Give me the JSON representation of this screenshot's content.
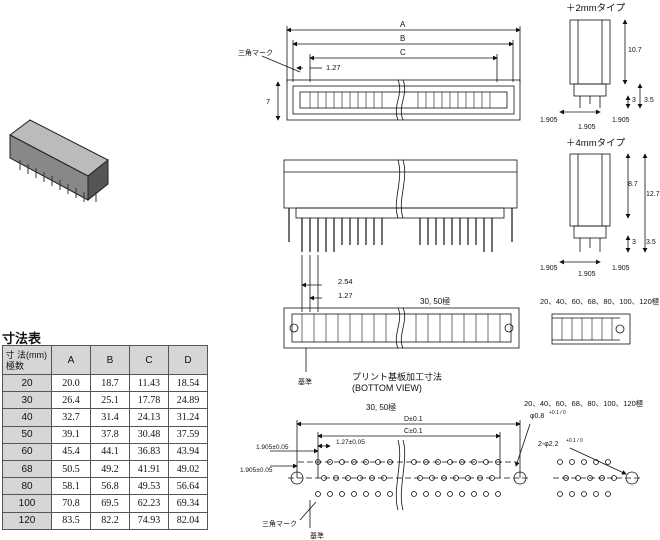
{
  "table": {
    "title": "寸法表",
    "corner_top": "寸 法(mm)",
    "corner_bottom": "極数",
    "headers": [
      "A",
      "B",
      "C",
      "D"
    ],
    "rows": [
      {
        "poles": "20",
        "A": "20.0",
        "B": "18.7",
        "C": "11.43",
        "D": "18.54"
      },
      {
        "poles": "30",
        "A": "26.4",
        "B": "25.1",
        "C": "17.78",
        "D": "24.89"
      },
      {
        "poles": "40",
        "A": "32.7",
        "B": "31.4",
        "C": "24.13",
        "D": "31.24"
      },
      {
        "poles": "50",
        "A": "39.1",
        "B": "37.8",
        "C": "30.48",
        "D": "37.59"
      },
      {
        "poles": "60",
        "A": "45.4",
        "B": "44.1",
        "C": "36.83",
        "D": "43.94"
      },
      {
        "poles": "68",
        "A": "50.5",
        "B": "49.2",
        "C": "41.91",
        "D": "49.02"
      },
      {
        "poles": "80",
        "A": "58.1",
        "B": "56.8",
        "C": "49.53",
        "D": "56.64"
      },
      {
        "poles": "100",
        "A": "70.8",
        "B": "69.5",
        "C": "62.23",
        "D": "69.34"
      },
      {
        "poles": "120",
        "A": "83.5",
        "B": "82.2",
        "C": "74.93",
        "D": "82.04"
      }
    ]
  },
  "labels": {
    "type2": "＋2mmタイプ",
    "type4": "＋4mmタイプ",
    "triangle_mark": "三角マーク",
    "A": "A",
    "B": "B",
    "C": "C",
    "p127": "1.27",
    "p254": "2.54",
    "h7": "7",
    "h107": "10.7",
    "h3": "3",
    "h35": "3.5",
    "h87": "8.7",
    "h127": "12.7",
    "p1905": "1.905",
    "poles_30_50": "30, 50極",
    "poles_many": "20、40、60、68、80、100、120極",
    "datum": "基準",
    "pcb_title": "プリント基板加工寸法",
    "bottom_view": "(BOTTOM VIEW)",
    "d_tol": "D±0.1",
    "c_tol": "C±0.1",
    "p127_tol": "1.27±0.05",
    "p1905_tol": "1.905±0.05",
    "hole_small": "φ0.8",
    "hole_small_tol": "+0.1 / 0",
    "hole_big": "2-φ2.2",
    "hole_big_tol": "+0.1 / 0"
  }
}
